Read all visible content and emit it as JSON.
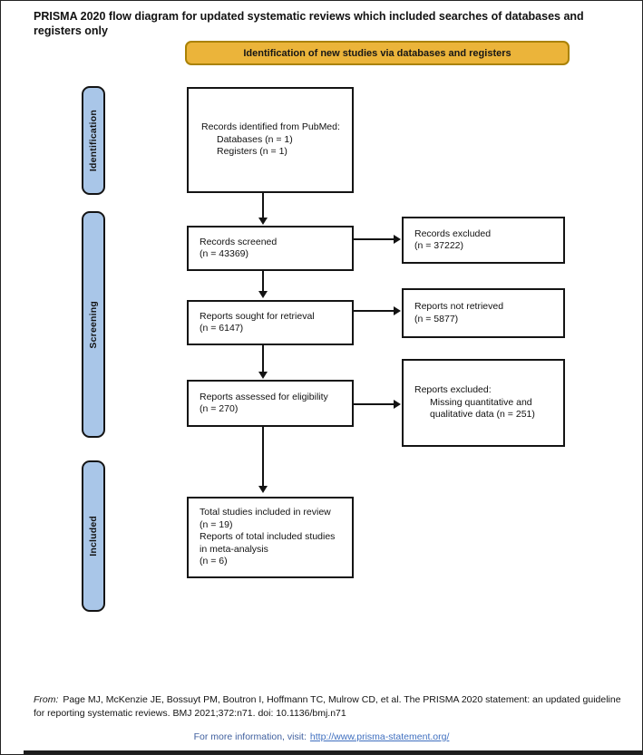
{
  "title": "PRISMA 2020 flow diagram for updated systematic reviews which included searches of databases and registers only",
  "banner": {
    "label": "Identification of new studies via databases and registers"
  },
  "sidebar": {
    "stages": [
      {
        "label": "Identification"
      },
      {
        "label": "Screening"
      },
      {
        "label": "Included"
      }
    ]
  },
  "boxes": {
    "records_identified": {
      "lines": [
        "Records identified from PubMed:",
        "Databases (n = 1)",
        "Registers (n = 1)"
      ]
    },
    "records_screened": {
      "lines": [
        "Records screened",
        "(n = 43369)"
      ]
    },
    "records_excluded": {
      "lines": [
        "Records excluded",
        "(n = 37222)"
      ]
    },
    "reports_sought": {
      "lines": [
        "Reports sought for retrieval",
        "(n = 6147)"
      ]
    },
    "reports_not_retrieved": {
      "lines": [
        "Reports not retrieved",
        "(n = 5877)"
      ]
    },
    "reports_assessed": {
      "lines": [
        "Reports assessed for eligibility",
        "(n = 270)"
      ]
    },
    "reports_excluded": {
      "lines": [
        "Reports excluded:",
        "Missing quantitative and",
        "qualitative data (n = 251)"
      ]
    },
    "included_total": {
      "lines": [
        "Total studies included in review",
        "(n = 19)",
        "Reports of total included studies",
        "in meta-analysis",
        "(n = 6)"
      ]
    }
  },
  "footer": {
    "from_label": "From:",
    "citation": "Page MJ, McKenzie JE, Bossuyt PM, Boutron I, Hoffmann TC, Mulrow CD, et al. The PRISMA 2020 statement: an updated guideline for reporting systematic reviews. BMJ 2021;372:n71. doi: 10.1136/bmj.n71",
    "more_info_prefix": "For more information, visit:",
    "link": "http://www.prisma-statement.org/"
  },
  "colors": {
    "banner_fill": "#ebb43a",
    "banner_border": "#aa8205",
    "stage_fill": "#a9c6e8",
    "box_border": "#141414",
    "link_blue": "#3f6fbf"
  }
}
